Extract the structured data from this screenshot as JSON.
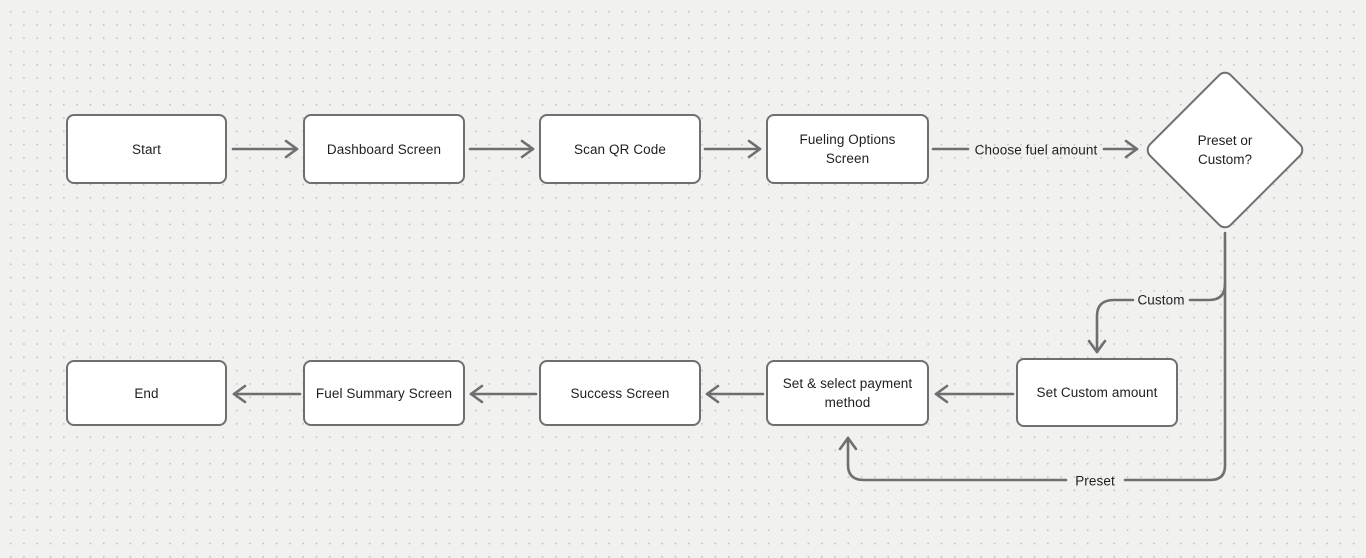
{
  "diagram": {
    "type": "flowchart",
    "nodes": {
      "start": {
        "label": "Start",
        "shape": "rectangle"
      },
      "dashboard": {
        "label": "Dashboard Screen",
        "shape": "rectangle"
      },
      "scan_qr": {
        "label": "Scan QR Code",
        "shape": "rectangle"
      },
      "fueling_options": {
        "label": "Fueling Options Screen",
        "shape": "rectangle"
      },
      "preset_or_custom": {
        "label": "Preset or Custom?",
        "shape": "decision-diamond"
      },
      "set_custom_amount": {
        "label": "Set Custom amount",
        "shape": "rectangle"
      },
      "payment_method": {
        "label": "Set & select payment method",
        "shape": "rectangle"
      },
      "success": {
        "label": "Success Screen",
        "shape": "rectangle"
      },
      "fuel_summary": {
        "label": "Fuel Summary Screen",
        "shape": "rectangle"
      },
      "end": {
        "label": "End",
        "shape": "rectangle"
      }
    },
    "edges": [
      {
        "from": "start",
        "to": "dashboard",
        "label": ""
      },
      {
        "from": "dashboard",
        "to": "scan_qr",
        "label": ""
      },
      {
        "from": "scan_qr",
        "to": "fueling_options",
        "label": ""
      },
      {
        "from": "fueling_options",
        "to": "preset_or_custom",
        "label": "Choose fuel amount"
      },
      {
        "from": "preset_or_custom",
        "to": "set_custom_amount",
        "label": "Custom"
      },
      {
        "from": "preset_or_custom",
        "to": "payment_method",
        "label": "Preset"
      },
      {
        "from": "set_custom_amount",
        "to": "payment_method",
        "label": ""
      },
      {
        "from": "payment_method",
        "to": "success",
        "label": ""
      },
      {
        "from": "success",
        "to": "fuel_summary",
        "label": ""
      },
      {
        "from": "fuel_summary",
        "to": "end",
        "label": ""
      }
    ],
    "edge_labels": {
      "choose_fuel_amount": "Choose fuel amount",
      "custom": "Custom",
      "preset": "Preset"
    },
    "colors": {
      "canvas_bg": "#f1f1ef",
      "dot_grid": "#c3c3c1",
      "node_fill": "#ffffff",
      "stroke": "#6f6f6f",
      "text": "#1f1f1f"
    }
  }
}
